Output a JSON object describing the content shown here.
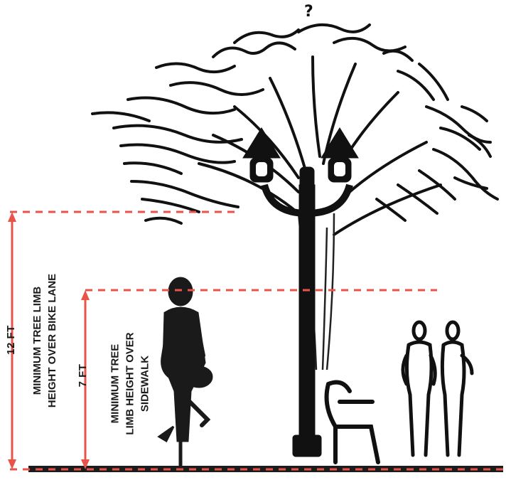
{
  "dimensions": [
    {
      "height": "12 FT",
      "description": [
        "MINIMUM TREE LIMB",
        "HEIGHT OVER BIKE LANE"
      ]
    },
    {
      "height": "7 FT",
      "description": [
        "MINIMUM TREE",
        "LIMB HEIGHT OVER",
        "SIDEWALK"
      ]
    }
  ],
  "top_mark": "?",
  "colors": {
    "dimension_line": "#e8534a",
    "ink": "#111111",
    "ground": "#1c1c1c"
  }
}
